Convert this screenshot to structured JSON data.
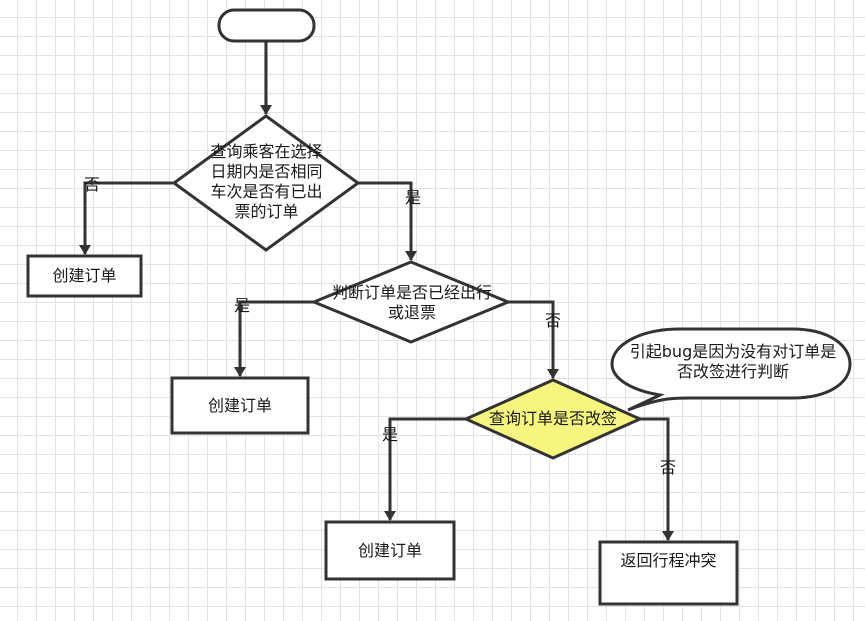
{
  "nodes": {
    "check_tickets": "查询乘客在选择日期内是否相同车次是否有已出票的订单",
    "create_order_1": "创建订单",
    "check_status": "判断订单是否已经出行或退票",
    "create_order_2": "创建订单",
    "check_rebook": "查询订单是否改签",
    "create_order_3": "创建订单",
    "return_conflict": "返回行程冲突"
  },
  "callout": {
    "text": "引起bug是因为没有对订单是否改签进行判断"
  },
  "edges": {
    "no_1": "否",
    "yes_1": "是",
    "yes_2": "是",
    "no_2": "否",
    "yes_3": "是",
    "no_3": "否"
  },
  "colors": {
    "stroke": "#333333",
    "highlight_fill": "#f5f580"
  }
}
